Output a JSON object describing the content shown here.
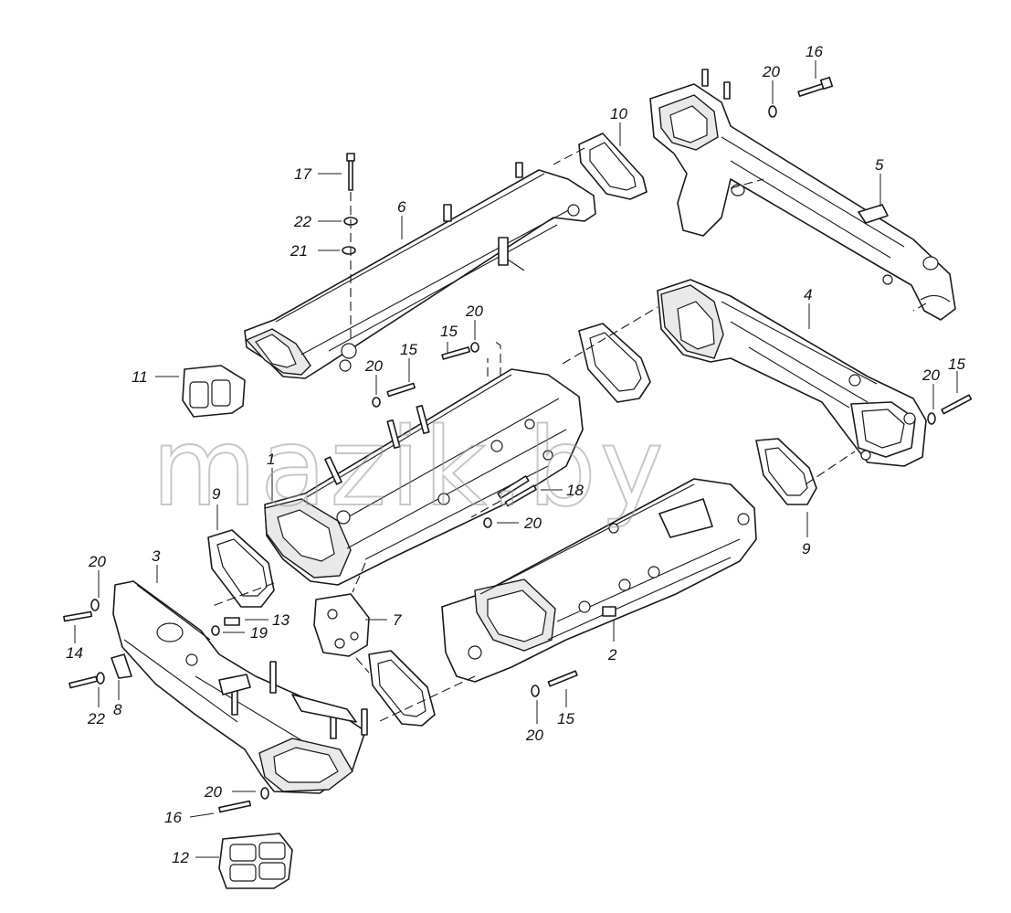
{
  "watermark": "mazik.by",
  "callouts": [
    {
      "id": "c16a",
      "label": "16"
    },
    {
      "id": "c20a",
      "label": "20"
    },
    {
      "id": "c10",
      "label": "10"
    },
    {
      "id": "c5",
      "label": "5"
    },
    {
      "id": "c17",
      "label": "17"
    },
    {
      "id": "c6",
      "label": "6"
    },
    {
      "id": "c22a",
      "label": "22"
    },
    {
      "id": "c21",
      "label": "21"
    },
    {
      "id": "c20b",
      "label": "20"
    },
    {
      "id": "c15a",
      "label": "15"
    },
    {
      "id": "c15b",
      "label": "15"
    },
    {
      "id": "c20c",
      "label": "20"
    },
    {
      "id": "c4",
      "label": "4"
    },
    {
      "id": "c11",
      "label": "11"
    },
    {
      "id": "c20d",
      "label": "20"
    },
    {
      "id": "c15c",
      "label": "15"
    },
    {
      "id": "c1",
      "label": "1"
    },
    {
      "id": "c18",
      "label": "18"
    },
    {
      "id": "c9a",
      "label": "9"
    },
    {
      "id": "c20e",
      "label": "20"
    },
    {
      "id": "c9b",
      "label": "9"
    },
    {
      "id": "c20f",
      "label": "20"
    },
    {
      "id": "c3",
      "label": "3"
    },
    {
      "id": "c13",
      "label": "13"
    },
    {
      "id": "c7",
      "label": "7"
    },
    {
      "id": "c19",
      "label": "19"
    },
    {
      "id": "c14",
      "label": "14"
    },
    {
      "id": "c2",
      "label": "2"
    },
    {
      "id": "c22b",
      "label": "22"
    },
    {
      "id": "c8",
      "label": "8"
    },
    {
      "id": "c20g",
      "label": "20"
    },
    {
      "id": "c15d",
      "label": "15"
    },
    {
      "id": "c20h",
      "label": "20"
    },
    {
      "id": "c16b",
      "label": "16"
    },
    {
      "id": "c12",
      "label": "12"
    }
  ]
}
